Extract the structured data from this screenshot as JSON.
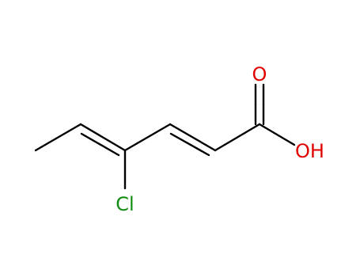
{
  "molecule": {
    "atoms": {
      "oxygen_carbonyl": {
        "label": "O",
        "color": "#e00000"
      },
      "hydroxyl": {
        "label": "OH",
        "color": "#e00000"
      },
      "chlorine": {
        "label": "Cl",
        "color": "#108c10"
      }
    },
    "bond_color": "#000000"
  }
}
